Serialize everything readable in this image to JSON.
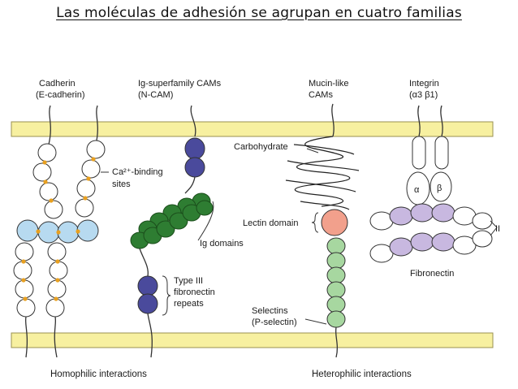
{
  "title": "Las moléculas de adhesión se agrupan en cuatro familias",
  "families": {
    "cadherin": {
      "line1": "Cadherin",
      "line2": "(E-cadherin)"
    },
    "igsf": {
      "line1": "Ig-superfamily CAMs",
      "line2": "(N-CAM)"
    },
    "mucin": {
      "line1": "Mucin-like",
      "line2": "CAMs"
    },
    "integrin": {
      "line1": "Integrin",
      "line2": "(α3 β1)"
    }
  },
  "labels": {
    "ca_binding_1": "Ca²⁺-binding",
    "ca_binding_2": "sites",
    "ig_domains": "Ig domains",
    "type3_1": "Type III",
    "type3_2": "fibronectin",
    "type3_3": "repeats",
    "carbohydrate": "Carbohydrate",
    "lectin_domain": "Lectin domain",
    "selectins_1": "Selectins",
    "selectins_2": "(P-selectin)",
    "fibronectin": "Fibronectin",
    "alpha": "α",
    "beta": "β",
    "roman_two": "II"
  },
  "footer": {
    "homophilic": "Homophilic interactions",
    "heterophilic": "Heterophilic interactions"
  },
  "colors": {
    "membrane": "#f7f0a0",
    "membrane_edge": "#9a9050",
    "ca_dot": "#e8a020",
    "cadherin_blue": "#b7daf0",
    "ncam_navy": "#4a4a9c",
    "ig_green": "#2e7d32",
    "lectin": "#f2a08c",
    "selectin": "#a7d7a0",
    "fibronectin": "#c8b8e0"
  }
}
